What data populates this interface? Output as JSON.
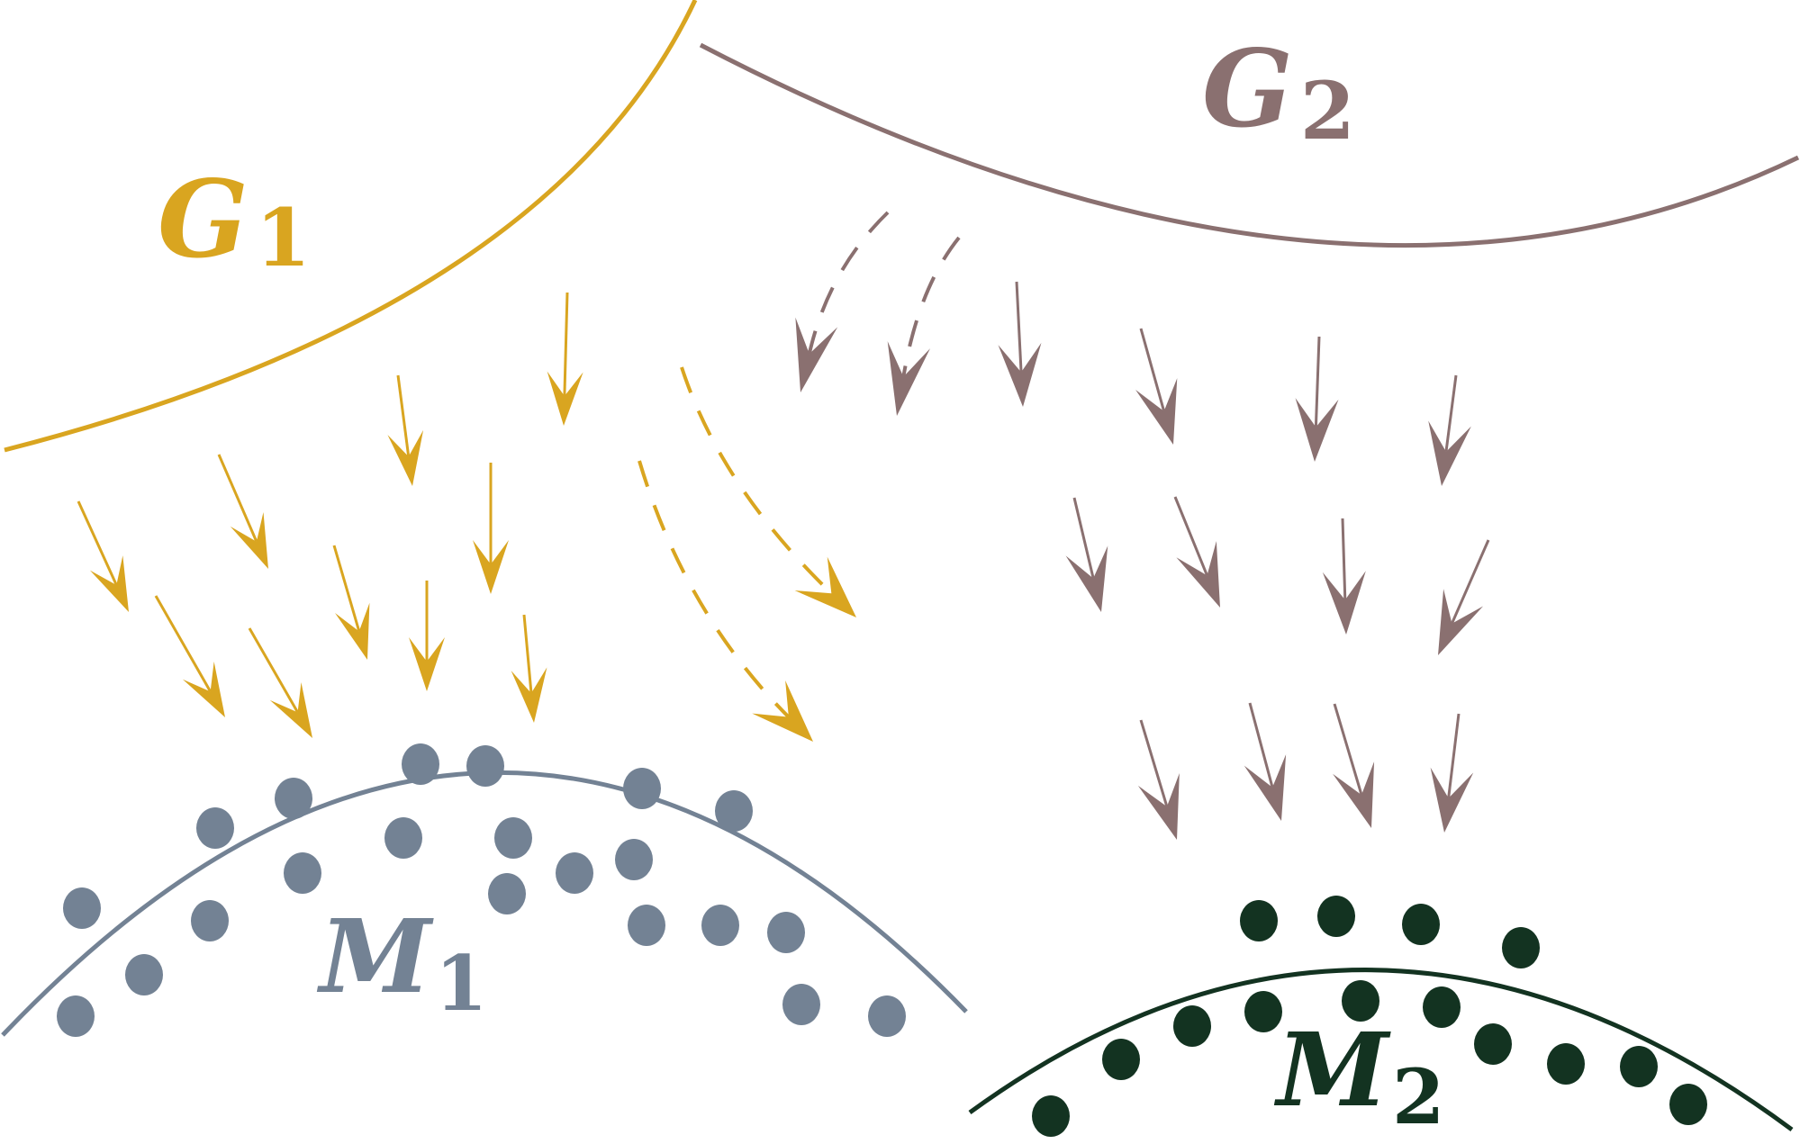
{
  "labels": {
    "g1": {
      "main": "G",
      "sub": "1"
    },
    "g2": {
      "main": "G",
      "sub": "2"
    },
    "m1": {
      "main": "M",
      "sub": "1"
    },
    "m2": {
      "main": "M",
      "sub": "2"
    }
  },
  "colors": {
    "g1": "#d9a520",
    "g2": "#8a7070",
    "m1": "#738294",
    "m2": "#133321"
  }
}
